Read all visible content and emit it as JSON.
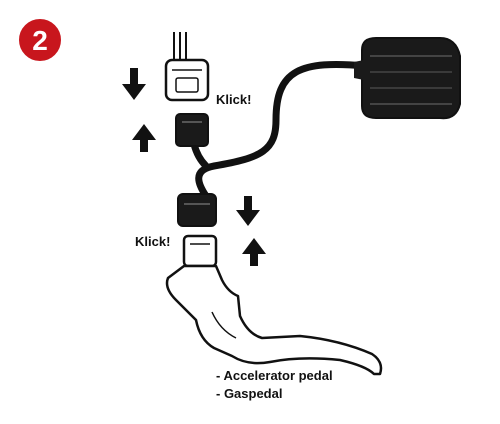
{
  "step": {
    "number": "2",
    "badge_color": "#c8161d"
  },
  "labels": {
    "klick_top": "Klick!",
    "klick_bottom": "Klick!",
    "pedal_en": "- Accelerator pedal",
    "pedal_de": "- Gaspedal"
  },
  "colors": {
    "ink": "#111111",
    "connector_dark": "#1a1a1a",
    "connector_light": "#ffffff"
  },
  "icons": {
    "arrow_down": "arrow-down-icon",
    "arrow_up": "arrow-up-icon"
  }
}
